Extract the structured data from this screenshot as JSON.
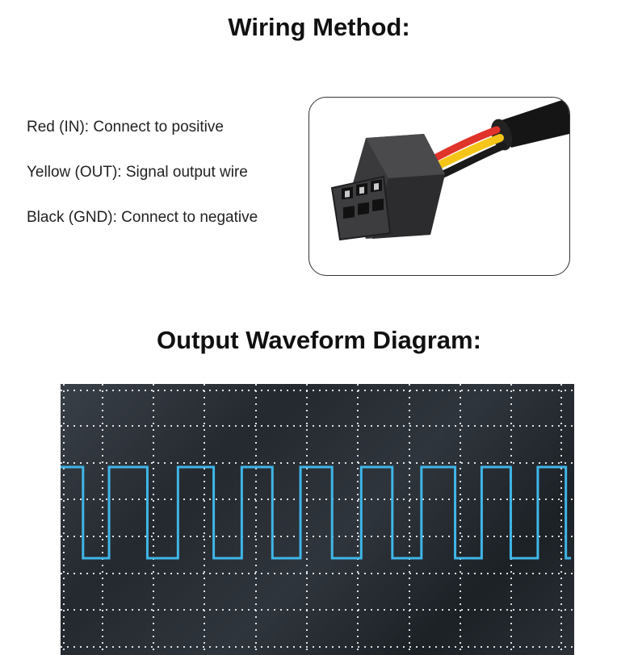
{
  "wiring": {
    "title": "Wiring Method:",
    "lines": [
      "Red (IN): Connect to positive",
      "Yellow (OUT): Signal output wire",
      "Black (GND): Connect to negative"
    ]
  },
  "connector_photo": {
    "wire_colors": [
      "#e0332a",
      "#f4c518",
      "#1a1a1a"
    ],
    "housing_color": "#3a3a3c"
  },
  "waveform": {
    "title": "Output Waveform Diagram:",
    "trace_color": "#3fb6e8",
    "grid_color": "#ffffff",
    "pulses": [
      {
        "rise": 0.0,
        "fall": 0.044
      },
      {
        "rise": 0.095,
        "fall": 0.17
      },
      {
        "rise": 0.23,
        "fall": 0.3
      },
      {
        "rise": 0.355,
        "fall": 0.415
      },
      {
        "rise": 0.47,
        "fall": 0.532
      },
      {
        "rise": 0.589,
        "fall": 0.65
      },
      {
        "rise": 0.707,
        "fall": 0.773
      },
      {
        "rise": 0.825,
        "fall": 0.882
      },
      {
        "rise": 0.935,
        "fall": 0.99
      }
    ]
  }
}
